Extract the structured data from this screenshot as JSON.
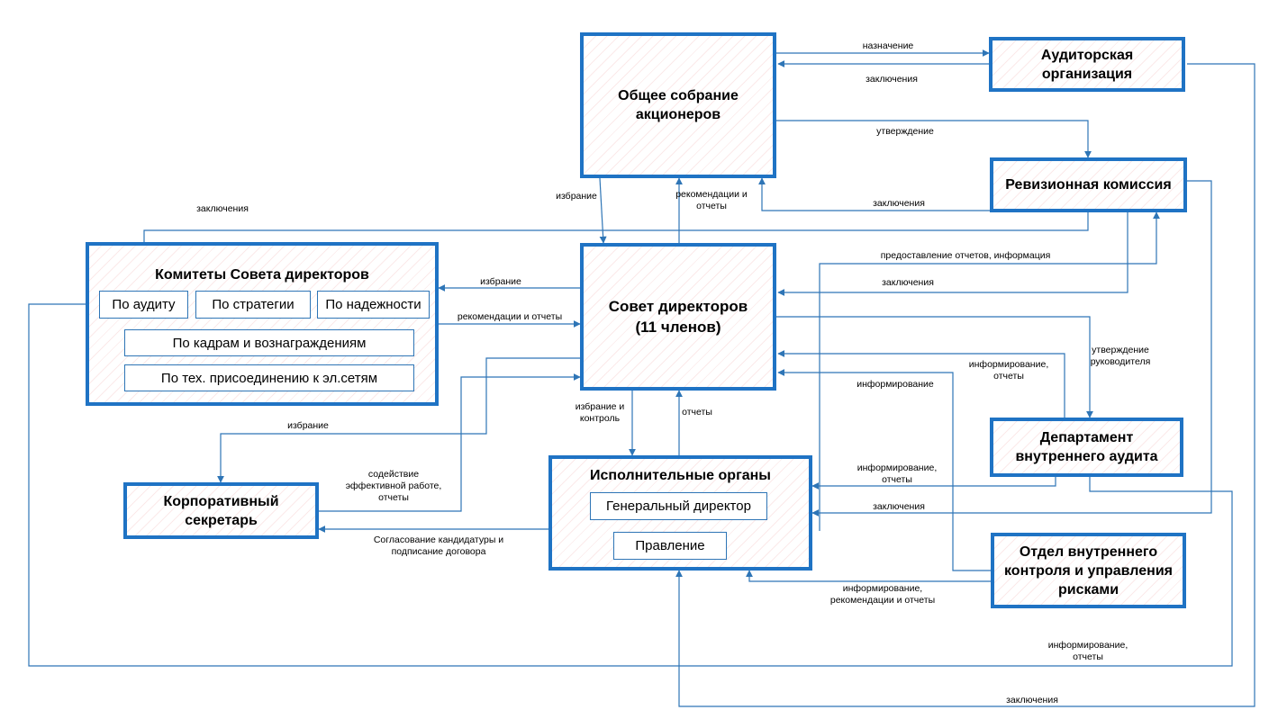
{
  "nodes": {
    "general_meeting": "Общее собрание\nакционеров",
    "audit_org": "Аудиторская\nорганизация",
    "revision": "Ревизионная комиссия",
    "committees": {
      "title": "Комитеты Совета директоров",
      "items": [
        "По аудиту",
        "По стратегии",
        "По надежности",
        "По кадрам и вознаграждениям",
        "По тех. присоединению к эл.сетям"
      ]
    },
    "board": "Совет директоров\n(11 членов)",
    "secretary": "Корпоративный\nсекретарь",
    "executive": {
      "title": "Исполнительные органы",
      "items": [
        "Генеральный директор",
        "Правление"
      ]
    },
    "internal_audit": "Департамент\nвнутреннего аудита",
    "internal_control": "Отдел внутреннего\nконтроля и управления\nрисками"
  },
  "edges": {
    "appointment": "назначение",
    "conclusions_audit": "заключения",
    "approval": "утверждение",
    "conclusions_revision": "заключения",
    "conclusions_committee": "заключения",
    "election_meeting": "избрание",
    "recommendations_meeting": "рекомендации и\nотчеты",
    "reports_info_revision": "предоставление отчетов, информация",
    "conclusions_board_revision": "заключения",
    "election_committees": "избрание",
    "recommendations_committees": "рекомендации и отчеты",
    "approval_head": "утверждение\nруководителя",
    "informing_reports_dept": "информирование,\nотчеты",
    "informing_control": "информирование",
    "election_control_exec": "избрание и\nконтроль",
    "reports_exec": "отчеты",
    "election_secretary": "избрание",
    "assist_secretary": "содействие\nэффективной работе,\nотчеты",
    "approval_candidate": "Согласование кандидатуры и\nподписание договора",
    "informing_reports_exec": "информирование,\nотчеты",
    "conclusions_exec": "заключения",
    "informing_recommendations": "информирование,\nрекомендации и отчеты",
    "informing_reports_bottom": "информирование,\nотчеты",
    "conclusions_bottom": "заключения"
  }
}
